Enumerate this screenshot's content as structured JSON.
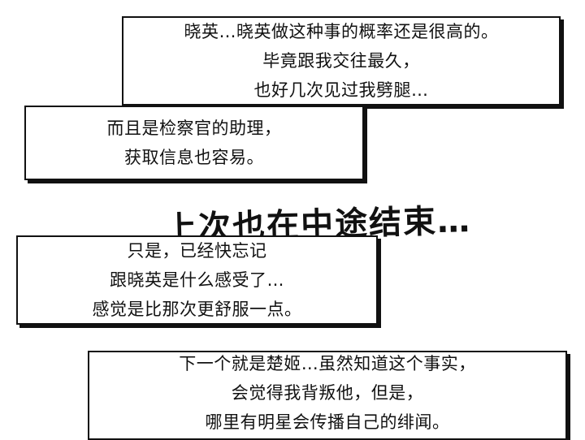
{
  "panels": [
    {
      "lines": [
        "晓英…晓英做这种事的概率还是很高的。",
        "毕竟跟我交往最久，",
        "也好几次见过我劈腿…"
      ]
    },
    {
      "lines": [
        "而且是检察官的助理，",
        "获取信息也容易。"
      ]
    },
    {
      "lines": [
        "只是，已经快忘记",
        "跟晓英是什么感受了…",
        "感觉是比那次更舒服一点。"
      ]
    },
    {
      "lines": [
        "下一个就是楚姬…虽然知道这个事实，",
        "会觉得我背叛他，但是，",
        "哪里有明星会传播自己的绯闻。"
      ]
    }
  ],
  "sfx_text": "上次也在中途结束…"
}
